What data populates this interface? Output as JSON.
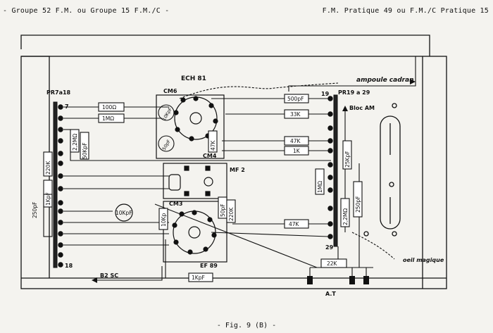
{
  "header": {
    "left": "- Groupe 52 F.M.  ou  Groupe 15 F.M./C -",
    "right": "F.M. Pratique 49  ou  F.M./C Pratique 15"
  },
  "caption": "- Fig. 9 (B) -",
  "labels": {
    "ech81": "ECH 81",
    "cm6": "CM6",
    "cm4": "CM4",
    "cm3": "CM3",
    "mf2": "MF 2",
    "ef89": "EF 89",
    "ampoule": "ampoule cadran",
    "pr7a18": "PR7a18",
    "pr19a29": "PR19 a 29",
    "bloc_am": "Bloc AM",
    "oeil": "oeil magique",
    "b2sc": "B2 SC",
    "at": "A.T",
    "pin7": "7",
    "pin18": "18",
    "pin19": "19",
    "pin29": "29"
  },
  "components": {
    "c100": "100Ω",
    "r1m": "1MΩ",
    "r2_2m": "2,2MΩ",
    "c50k": "50KpF",
    "r220k_left": "220K",
    "c1k_left": "1KpF",
    "c250_left": "250pF",
    "c10k": "10KpF",
    "c500": "500pF",
    "r33k": "33K",
    "r47k_a": "47K",
    "r1k": "1K",
    "c25k": "25KpF",
    "r1m_right": "1MΩ",
    "r2_2m_right": "2,2MΩ",
    "c250_right": "250pF",
    "r47k_b": "47K",
    "r47k_vert": "47K",
    "c10k_cm6": "10KpF",
    "c50_cm6": "50pF",
    "c10k_cm3": "10Kp",
    "c50_cm3": "50pF",
    "r220k_cm3": "220K",
    "c1k_bottom": "1KpF",
    "r22k": "22K"
  }
}
